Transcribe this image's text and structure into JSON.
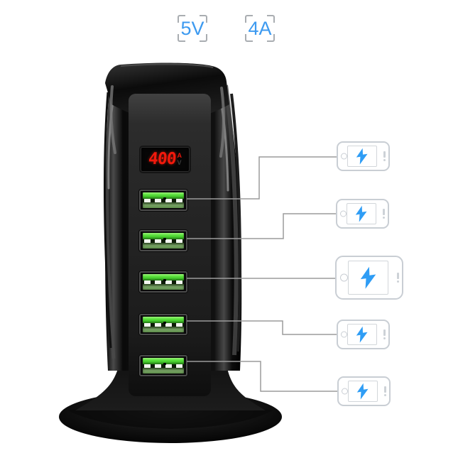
{
  "product": {
    "description": "5-port USB charging tower with LED current display, base stand and five charging devices connected by callout lines"
  },
  "specs": {
    "voltage": {
      "label": "5V"
    },
    "amperage": {
      "label": "4A"
    }
  },
  "charger": {
    "display": {
      "value": "400",
      "unit_top": "A",
      "unit_bottom": "V"
    },
    "ports": {
      "count": 5,
      "type": "USB-A"
    }
  },
  "connected_devices": {
    "items": [
      {
        "kind": "phone",
        "icon": "lightning-bolt-icon"
      },
      {
        "kind": "phone",
        "icon": "lightning-bolt-icon"
      },
      {
        "kind": "tablet",
        "icon": "lightning-bolt-icon"
      },
      {
        "kind": "phone",
        "icon": "lightning-bolt-icon"
      },
      {
        "kind": "phone",
        "icon": "lightning-bolt-icon"
      }
    ]
  },
  "icons": {
    "corner-bracket": "css-border-corners",
    "lightning-bolt-icon": "svg-polygon",
    "phone-icon": "css-rounded-rect-outline",
    "tablet-icon": "css-rounded-rect-outline"
  },
  "colors": {
    "label_blue": "#3d9af0",
    "bracket_gray": "#a9adb1",
    "line_gray": "#9c9c9c",
    "display_red": "#f2190c",
    "port_green": "#46cf2c",
    "device_outline": "#c9ced4",
    "bolt_blue": "#2f9df5",
    "tower_black": "#111111",
    "background": "#ffffff"
  }
}
